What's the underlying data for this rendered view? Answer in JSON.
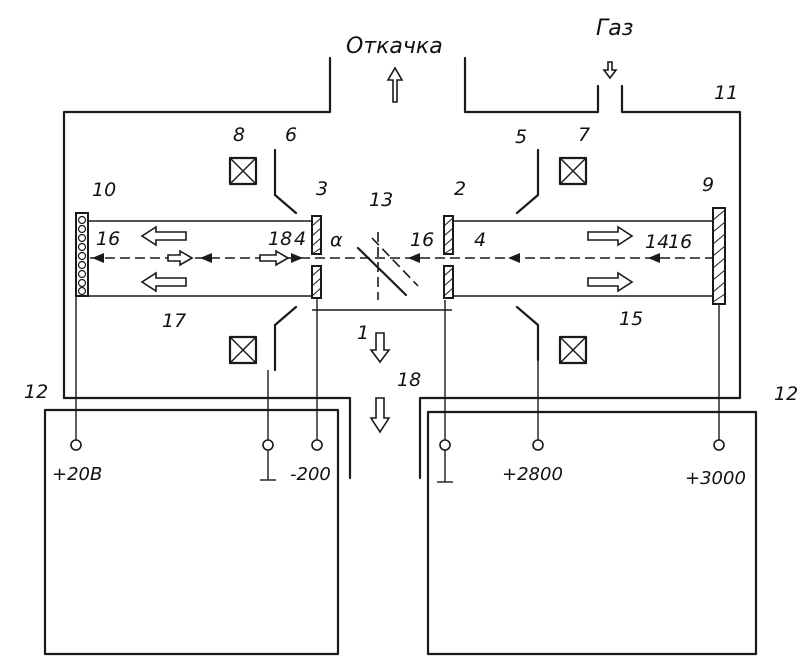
{
  "labels": {
    "pump": "Откачка",
    "gas": "Газ",
    "alpha": "α",
    "n1": "1",
    "n2": "2",
    "n3": "3",
    "n4a": "4",
    "n4b": "4",
    "n5": "5",
    "n6": "6",
    "n7": "7",
    "n8": "8",
    "n9": "9",
    "n10": "10",
    "n11": "11",
    "n12a": "12",
    "n12b": "12",
    "n13": "13",
    "n14": "14",
    "n15": "15",
    "n16a": "16",
    "n16b": "16",
    "n16c": "16",
    "n17": "17",
    "n18a": "18",
    "n18b": "18"
  },
  "voltages": {
    "v_left": "+20В",
    "v_minus": "-200",
    "v_2800": "+2800",
    "v_3000": "+3000"
  }
}
